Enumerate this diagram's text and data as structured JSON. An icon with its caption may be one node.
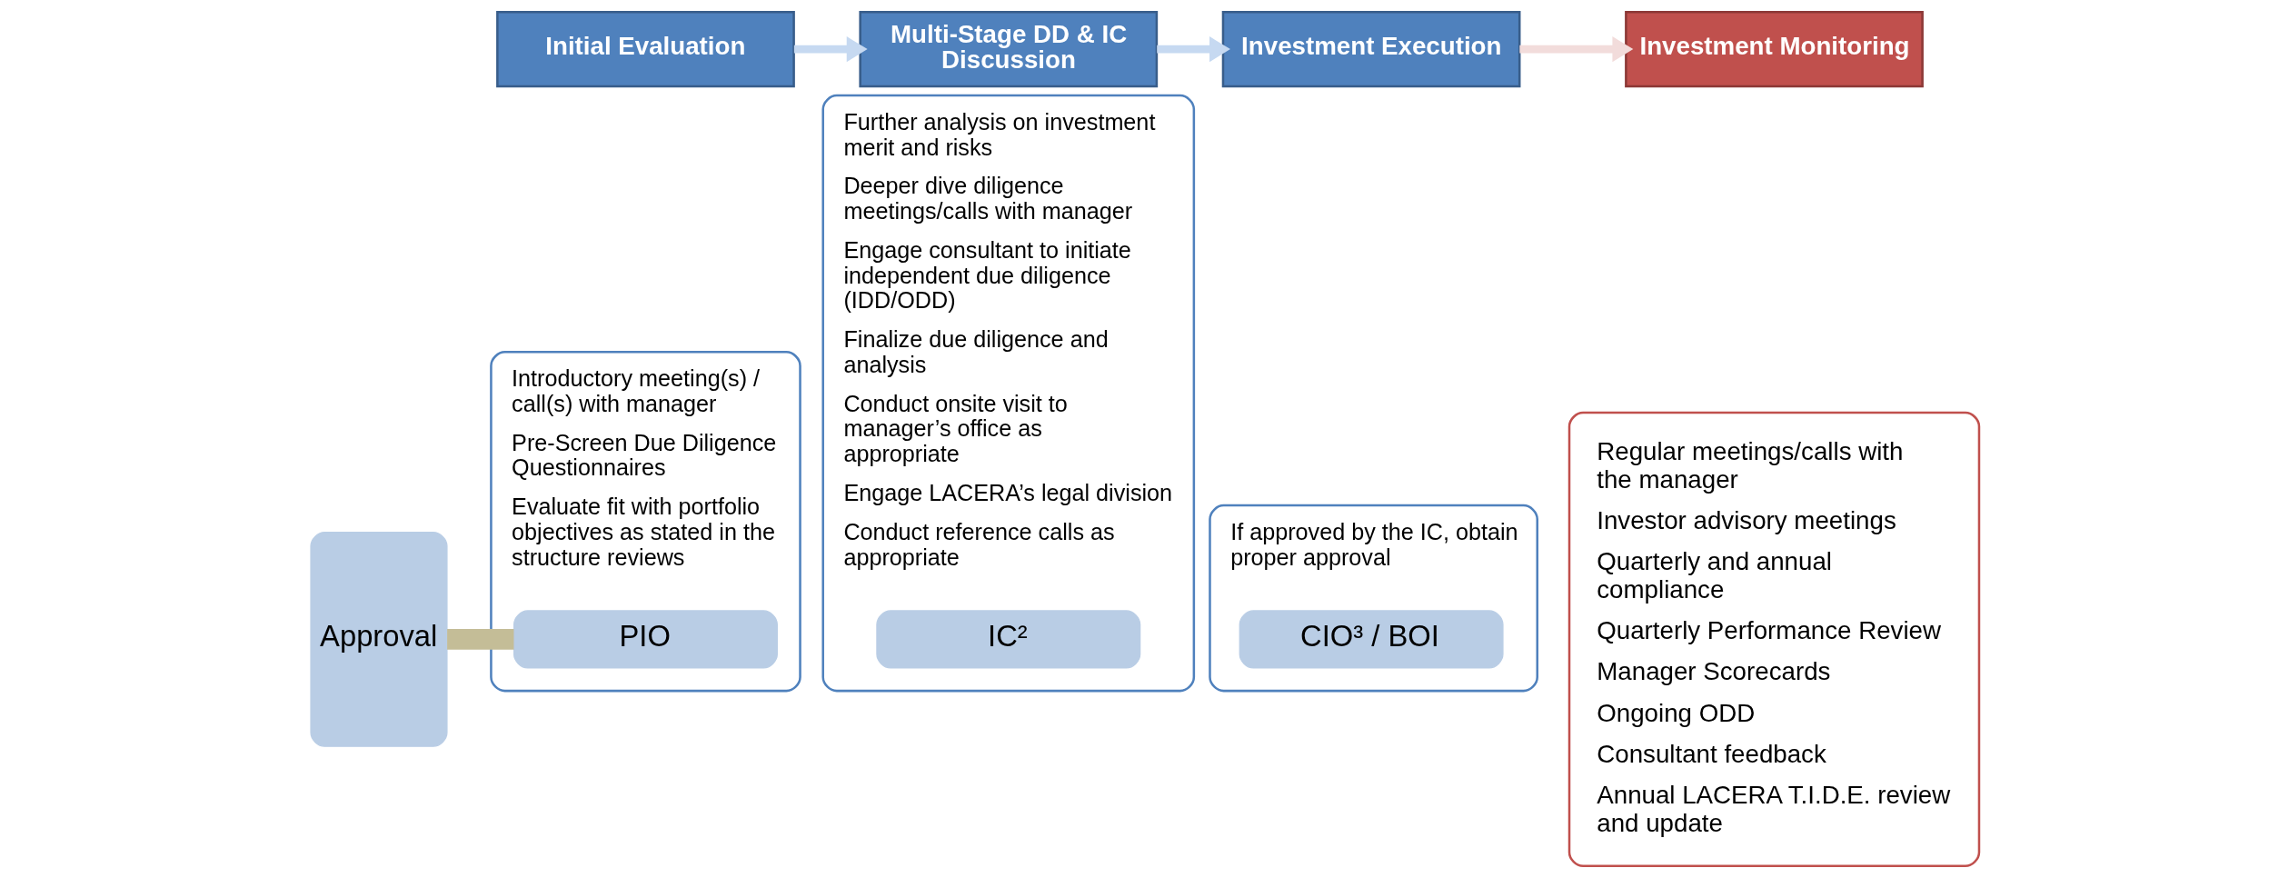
{
  "diagram": {
    "nodes": [
      {
        "text": [
          "Initial Evaluation"
        ]
      },
      {
        "text": [
          "Multi-Stage DD & IC Discussion"
        ]
      },
      {
        "text": [
          "Investment Execution"
        ]
      },
      {
        "text": [
          "Investment Monitoring"
        ]
      },
      {
        "text": [
          "Introductory meeting(s) / call(s) with manager",
          "Pre-Screen Due Diligence Questionnaires",
          "Evaluate fit with portfolio objectives as stated in the structure reviews"
        ]
      },
      {
        "text": [
          "PIO"
        ],
        "in": 4
      },
      {
        "text": [
          "Further analysis on investment merit and risks",
          "Deeper dive diligence meetings/calls with manager",
          "Engage consultant to initiate independent due diligence (IDD/ODD)",
          "Finalize due diligence and analysis",
          "Conduct onsite visit to manager’s office as appropriate",
          "Engage LACERA’s legal division",
          "Conduct reference calls as appropriate"
        ]
      },
      {
        "text": [
          "IC²"
        ],
        "in": 6
      },
      {
        "text": [
          "If approved by the IC, obtain proper approval"
        ]
      },
      {
        "text": [
          "CIO³ / BOI"
        ],
        "in": 8
      },
      {
        "text": [
          "Regular meetings/calls with the manager",
          "Investor advisory meetings",
          "Quarterly and annual compliance",
          "Quarterly Performance Review",
          "Manager Scorecards",
          "Ongoing ODD",
          "Consultant feedback",
          "Annual LACERA T.I.D.E. review and update"
        ]
      },
      {
        "text": [
          "Approval"
        ]
      }
    ],
    "edges": [
      {
        "from": 0,
        "to": 1,
        "arrow": "to"
      },
      {
        "from": 1,
        "to": 2,
        "arrow": "to"
      },
      {
        "from": 2,
        "to": 3,
        "arrow": "to",
        "color": "#f2dcdb"
      },
      {
        "from": 11,
        "to": 5,
        "arrow": "none",
        "style": "thick",
        "color": "#c4bd97"
      }
    ]
  }
}
